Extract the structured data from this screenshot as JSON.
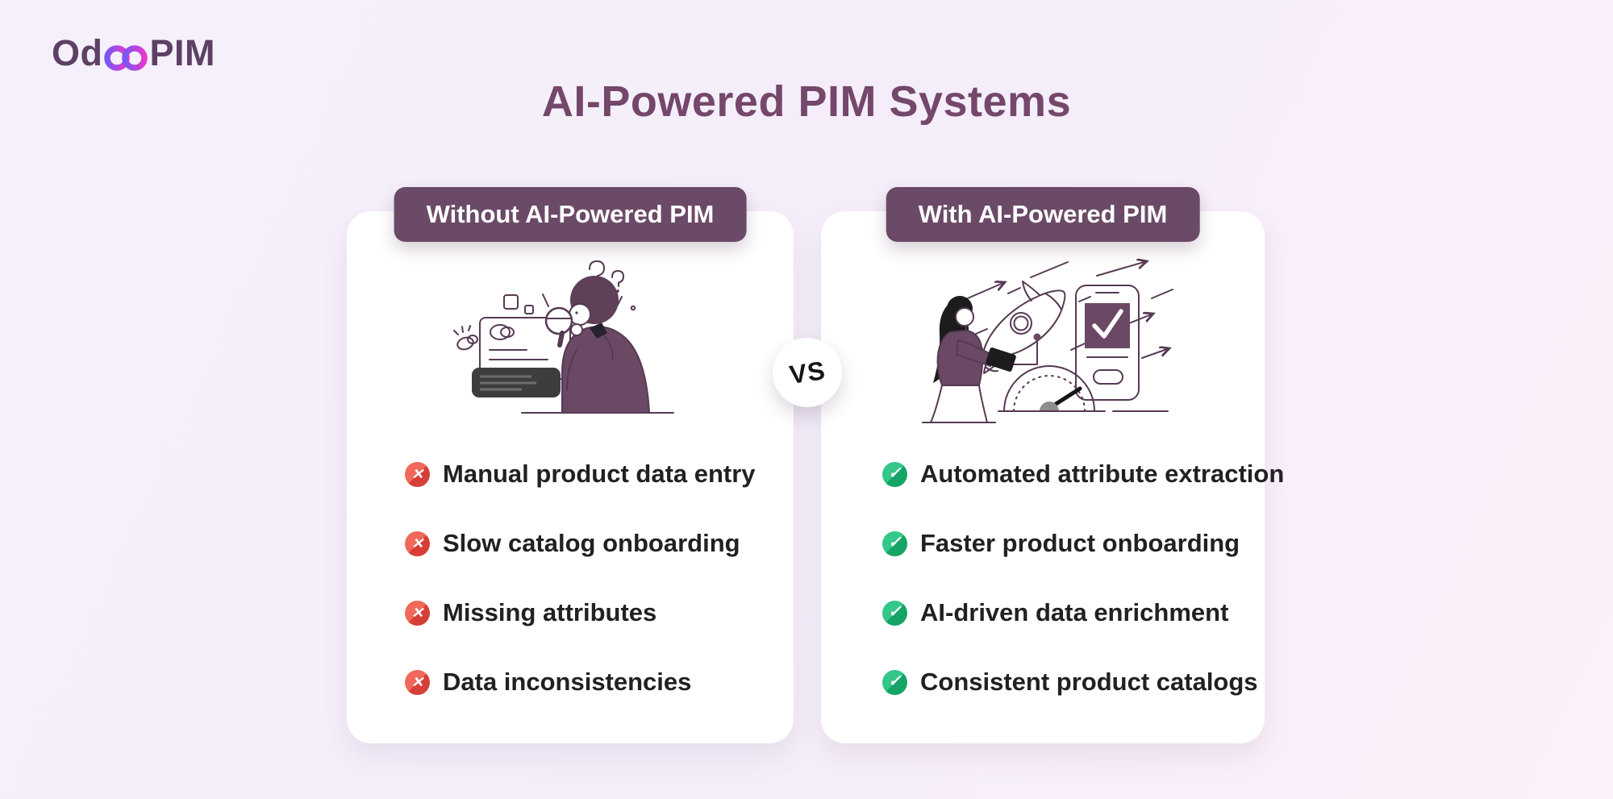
{
  "logo": {
    "text_before_icon": "Od",
    "text_after_icon": "PIM",
    "icon": "infinity-icon"
  },
  "title": "AI-Powered PIM Systems",
  "vs_label": "VS",
  "icons": {
    "cross_glyph": "✕",
    "check_glyph": "✓"
  },
  "cards": {
    "without": {
      "header": "Without AI-Powered PIM",
      "illustration": "confused-person-with-magnifying-glass",
      "items": [
        "Manual product data entry",
        "Slow catalog onboarding",
        "Missing attributes",
        "Data inconsistencies"
      ]
    },
    "with": {
      "header": "With AI-Powered PIM",
      "illustration": "woman-with-rocket-speedometer-and-phone-checkmark",
      "items": [
        "Automated attribute extraction",
        "Faster product onboarding",
        "AI-driven data enrichment",
        "Consistent product catalogs"
      ]
    }
  },
  "colors": {
    "page_background_start": "#f5f0fb",
    "page_background_end": "#fcf0fa",
    "header_badge": "#6b4a67",
    "title_text": "#74476b",
    "logo_text": "#5e4064",
    "logo_gradient_start": "#7a57f2",
    "logo_gradient_end": "#e637cf",
    "cross_red": "#d73f36",
    "check_green": "#15a465",
    "list_text": "#212121",
    "card_background": "#ffffff",
    "illustration_plum": "#6b4964",
    "illustration_line": "#563a54"
  }
}
